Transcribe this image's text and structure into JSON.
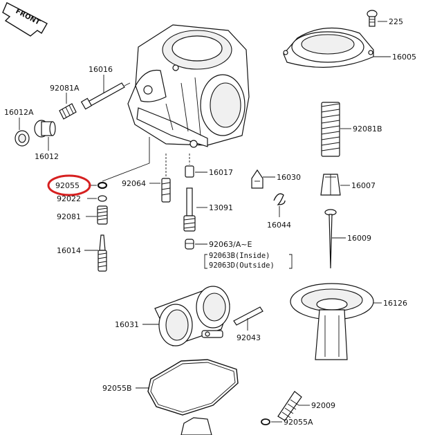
{
  "orientation": {
    "label": "FRONT"
  },
  "highlight": {
    "part": "92055",
    "color": "#d62020"
  },
  "parts": {
    "p225": "225",
    "p16005": "16005",
    "p16016": "16016",
    "p92081A": "92081A",
    "p16012A": "16012A",
    "p16012": "16012",
    "p92081B": "92081B",
    "p92055": "92055",
    "p92022": "92022",
    "p92081": "92081",
    "p16014": "16014",
    "p92064": "92064",
    "p16017": "16017",
    "p13091": "13091",
    "p92063AE": "92063/A~E",
    "p92063B": "92063B(Inside)",
    "p92063D": "92063D(Outside)",
    "p16030": "16030",
    "p16044": "16044",
    "p16007": "16007",
    "p16009": "16009",
    "p16126": "16126",
    "p16031": "16031",
    "p92043": "92043",
    "p92055B": "92055B",
    "p92009": "92009",
    "p92055A": "92055A"
  }
}
